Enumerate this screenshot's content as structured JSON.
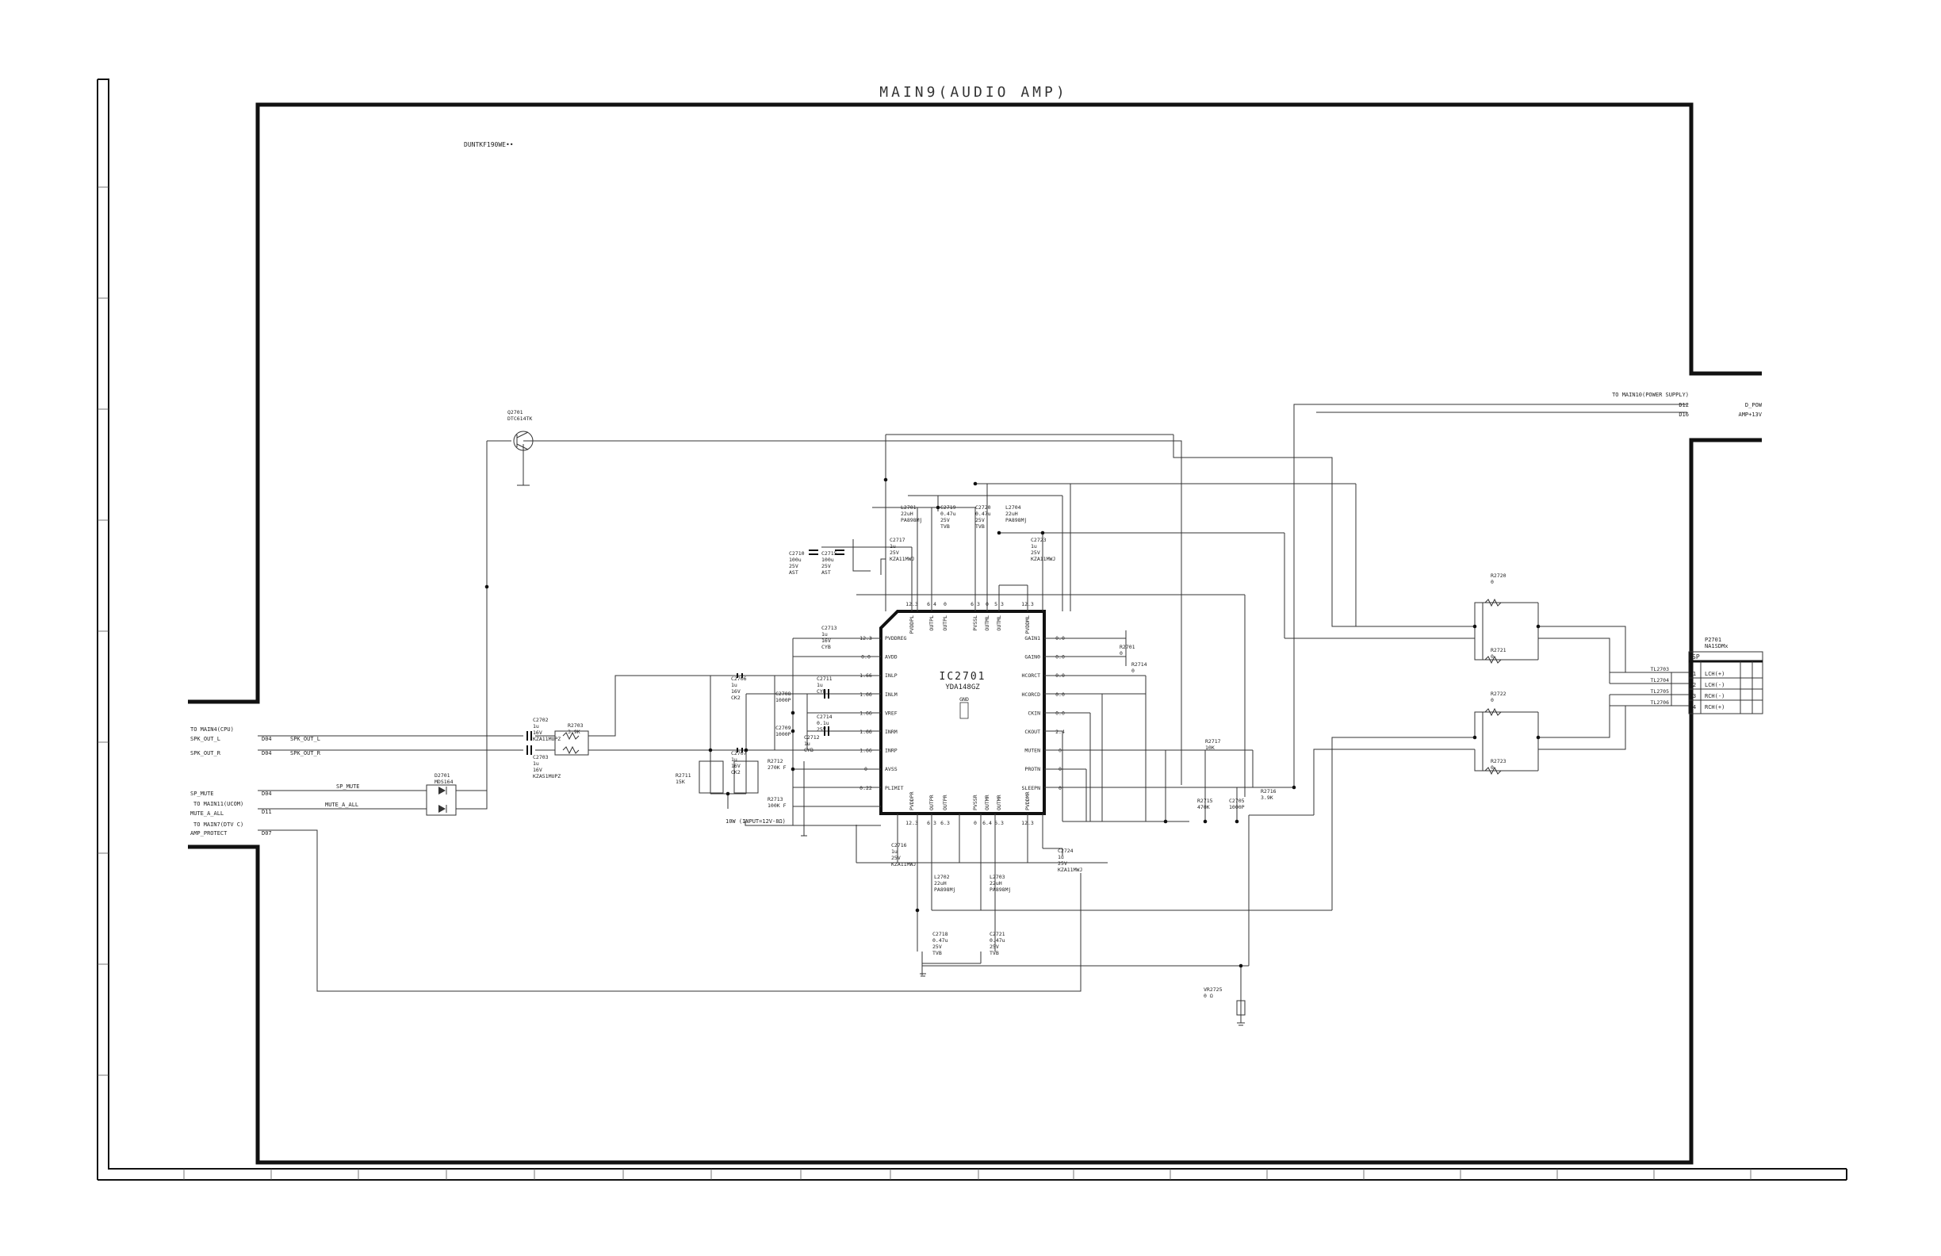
{
  "sheet": {
    "title": "MAIN9(AUDIO AMP)",
    "model_code": "DUNTKF190WE••"
  },
  "ic": {
    "ref": "IC2701",
    "part": "YDA148GZ",
    "gnd_mark": "GND",
    "left_pins": [
      {
        "num": "12.3",
        "name": "PVDDREG"
      },
      {
        "num": "0.0",
        "name": "AVDD"
      },
      {
        "num": "1.66",
        "name": "INLP"
      },
      {
        "num": "1.66",
        "name": "INLM"
      },
      {
        "num": "1.66",
        "name": "VREF"
      },
      {
        "num": "1.66",
        "name": "INRM"
      },
      {
        "num": "1.66",
        "name": "INRP"
      },
      {
        "num": "0",
        "name": "AVSS"
      },
      {
        "num": "0.22",
        "name": "PLIMIT"
      }
    ],
    "right_pins": [
      {
        "num": "0.0",
        "name": "GAIN1"
      },
      {
        "num": "0.0",
        "name": "GAIN0"
      },
      {
        "num": "0.0",
        "name": "HCORCT"
      },
      {
        "num": "0.0",
        "name": "HCORCD"
      },
      {
        "num": "0.0",
        "name": "CKIN"
      },
      {
        "num": "2.4",
        "name": "CKOUT"
      },
      {
        "num": "0",
        "name": "MUTEN"
      },
      {
        "num": "0",
        "name": "PROTN"
      },
      {
        "num": "0",
        "name": "SLEEPN"
      }
    ],
    "top_pins": [
      {
        "num": "12.3",
        "name": "PVDDPL"
      },
      {
        "num": "6.4",
        "name": "OUTPL"
      },
      {
        "num": "0",
        "name": "OUTPL"
      },
      {
        "num": "6.3",
        "name": "PVSSL"
      },
      {
        "num": "0",
        "name": "OUTML"
      },
      {
        "num": "5.3",
        "name": "OUTML"
      },
      {
        "num": "12.3",
        "name": "PVDDML"
      }
    ],
    "bottom_pins": [
      {
        "num": "12.3",
        "name": "PVDDPR"
      },
      {
        "num": "6.3",
        "name": "OUTPR"
      },
      {
        "num": "6.3",
        "name": "OUTPR"
      },
      {
        "num": "0",
        "name": "PVSSR"
      },
      {
        "num": "6.4",
        "name": "OUTMR"
      },
      {
        "num": "6.3",
        "name": "OUTMR"
      },
      {
        "num": "12.3",
        "name": "PVDDMR"
      }
    ]
  },
  "connectors": {
    "to_main4": "TO MAIN4(CPU)",
    "to_main11": "TO MAIN11(UCOM)",
    "to_main7": "TO MAIN7(DTV C)",
    "to_main10": "TO MAIN10(POWER SUPPLY)",
    "signals_left": [
      {
        "tag": "SPK_OUT_L",
        "pin": "D04",
        "net": "SPK_OUT_L"
      },
      {
        "tag": "SPK_OUT_R",
        "pin": "D04",
        "net": "SPK_OUT_R"
      },
      {
        "tag": "SP_MUTE",
        "pin": "D04",
        "net": "SP_MUTE"
      },
      {
        "tag": "MUTE_A_ALL",
        "pin": "D11",
        "net": "MUTE_A_ALL"
      },
      {
        "tag": "AMP_PROTECT",
        "pin": "D07",
        "net": ""
      }
    ],
    "signals_right": [
      {
        "pin": "D12",
        "net": "D_POW"
      },
      {
        "pin": "D16",
        "net": "AMP+13V"
      }
    ]
  },
  "speaker_connector": {
    "ref": "P2701",
    "part": "NA1SDMx",
    "header": "SP",
    "pins": [
      {
        "num": "1",
        "name": "LCH(+)",
        "tl": "TL2703"
      },
      {
        "num": "2",
        "name": "LCH(-)",
        "tl": "TL2704"
      },
      {
        "num": "3",
        "name": "RCH(-)",
        "tl": "TL2705"
      },
      {
        "num": "4",
        "name": "RCH(+)",
        "tl": "TL2706"
      }
    ]
  },
  "parts": {
    "q2701": [
      "Q2701",
      "DTC614TK"
    ],
    "d2701": [
      "D2701",
      "MDS164"
    ],
    "c2702": [
      "C2702",
      "1u",
      "16V",
      "KZA11MUPZ"
    ],
    "c2703": [
      "C2703",
      "1u",
      "16V",
      "KZA51MUPZ"
    ],
    "r2703": [
      "R2703",
      "3.9K"
    ],
    "r2711": [
      "R2711",
      "15K"
    ],
    "c2706": [
      "C2706",
      "1u",
      "16V",
      "CK2"
    ],
    "c2707": [
      "C2707",
      "1u",
      "16V",
      "CK2"
    ],
    "c2708": [
      "C2708",
      "1000P"
    ],
    "c2709": [
      "C2709",
      "1000P"
    ],
    "c2711": [
      "C2711",
      "1u",
      "CYB"
    ],
    "c2714": [
      "C2714",
      "0.1u",
      "25V"
    ],
    "c2712": [
      "C2712",
      "1u",
      "CYB"
    ],
    "c2713": [
      "C2713",
      "1u",
      "16V",
      "CYB"
    ],
    "r2712": [
      "R2712",
      "270K F"
    ],
    "r2713": [
      "R2713",
      "100K F"
    ],
    "note_plimit": "10W (INPUT=12V-8Ω)",
    "c2710": [
      "C2710",
      "100u",
      "25V",
      "AST"
    ],
    "c2715": [
      "C2715",
      "100u",
      "25V",
      "AST"
    ],
    "c2717": [
      "C2717",
      "1u",
      "25V",
      "KZA11MWJ"
    ],
    "c2723": [
      "C2723",
      "1u",
      "25V",
      "KZA11MWJ"
    ],
    "l2701": [
      "L2701",
      "22uH",
      "PA898Mj"
    ],
    "c2719": [
      "C2719",
      "0.47u",
      "25V",
      "TVB"
    ],
    "c2720": [
      "C2720",
      "0.47u",
      "25V",
      "TVB"
    ],
    "l2704": [
      "L2704",
      "22uH",
      "PA898Mj"
    ],
    "r2701": [
      "R2701",
      "0"
    ],
    "r2714": [
      "R2714",
      "0"
    ],
    "r2717": [
      "R2717",
      "10K"
    ],
    "r2715": [
      "R2715",
      "470K"
    ],
    "c2705": [
      "C2705",
      "1000P"
    ],
    "r2716": [
      "R2716",
      "3.9K"
    ],
    "c2716": [
      "C2716",
      "1u",
      "25V",
      "KZA11MWJ"
    ],
    "c2724": [
      "C2724",
      "1u",
      "25V",
      "KZA11MWJ"
    ],
    "l2702": [
      "L2702",
      "22uH",
      "PA898Mj"
    ],
    "l2703": [
      "L2703",
      "22uH",
      "PA898Mj"
    ],
    "c2718": [
      "C2718",
      "0.47u",
      "25V",
      "TVB"
    ],
    "c2721": [
      "C2721",
      "0.47u",
      "25V",
      "TVB"
    ],
    "r2720": [
      "R2720",
      "0"
    ],
    "r2721": [
      "R2721",
      "0"
    ],
    "r2722": [
      "R2722",
      "0"
    ],
    "r2723": [
      "R2723",
      "0"
    ],
    "vr2725": [
      "VR2725",
      "0 Ω"
    ]
  }
}
